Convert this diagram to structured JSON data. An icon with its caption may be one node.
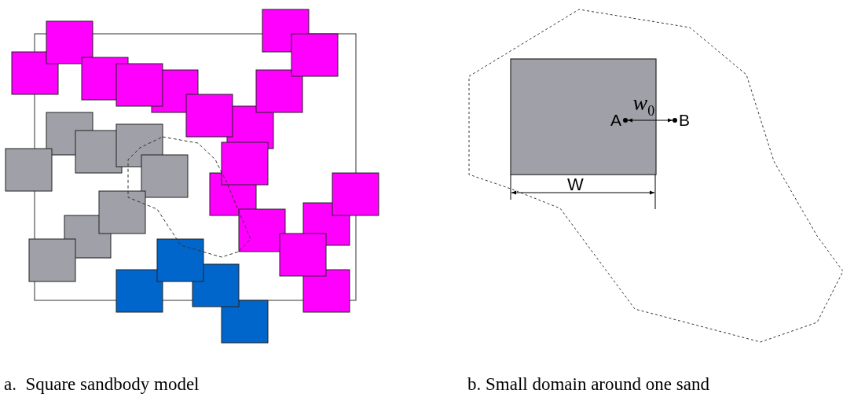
{
  "diagram": {
    "nodes": [
      {
        "text": [
          "A"
        ]
      },
      {
        "text": [
          "B"
        ]
      }
    ],
    "edges": [
      {
        "from": 0,
        "to": 1,
        "arrow": "both",
        "label": "*w*$_{0}$"
      }
    ],
    "labels": [
      "W",
      "a.  Square sandbody model",
      "b. Small domain around one sand"
    ]
  }
}
